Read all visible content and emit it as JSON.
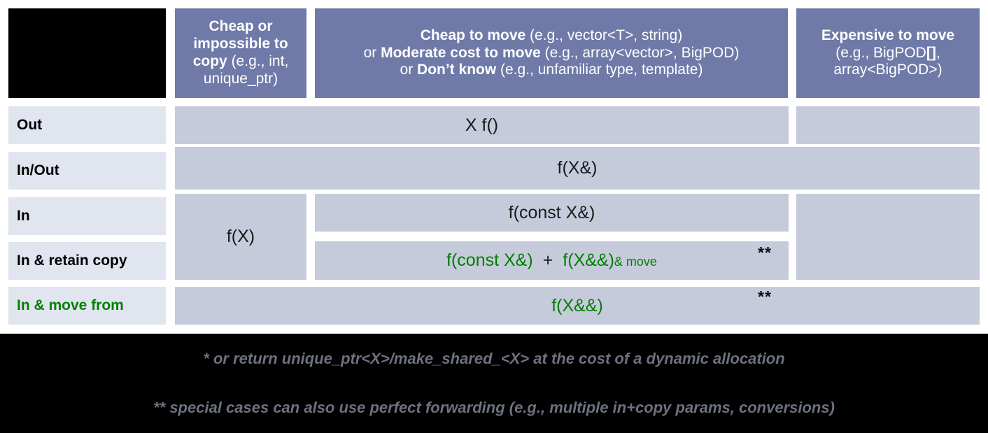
{
  "slide": {
    "background_color": "#000000",
    "table_background": "#ffffff",
    "header_color": "#6f7aa8",
    "row_label_color": "#e1e5ef",
    "cell_color": "#c6cbdb",
    "accent_green": "#008000",
    "footnote_color": "#6d7180"
  },
  "columns": [
    {
      "id": "corner",
      "label": ""
    },
    {
      "id": "cheap-copy",
      "line1_bold": "Cheap or",
      "line2_bold": "impossible to",
      "line3_bold": "copy",
      "line3_rest": " (e.g., int,",
      "line4": "unique_ptr)"
    },
    {
      "id": "cheap-move",
      "line1_bold": "Cheap to move",
      "line1_rest": " (e.g., vector<T>, string)",
      "line2_pre": "or ",
      "line2_bold": "Moderate cost to move",
      "line2_rest": " (e.g., array<vector>, BigPOD)",
      "line3_pre": "or ",
      "line3_bold": "Don’t know",
      "line3_rest": " (e.g., unfamiliar type, template)"
    },
    {
      "id": "expensive-move",
      "line1_bold": "Expensive to move",
      "line2_pre": "(e.g., BigPOD",
      "line2_bold": "[]",
      "line2_post": ",",
      "line3": "array<BigPOD>)"
    }
  ],
  "rows": [
    {
      "id": "out",
      "label": "Out",
      "label_green": false,
      "cells": {
        "cheap_copy": "",
        "cheap_move": "X f()",
        "expensive_move": ""
      },
      "marker": ""
    },
    {
      "id": "in-out",
      "label": "In/Out",
      "label_green": false,
      "cells": {
        "spanning": "f(X&)"
      },
      "marker": ""
    },
    {
      "id": "in",
      "label": "In",
      "label_green": false,
      "cells": {
        "cheap_copy": "f(X)",
        "cheap_move": "f(const X&)",
        "expensive_move": ""
      },
      "marker": ""
    },
    {
      "id": "in-retain-copy",
      "label": "In & retain copy",
      "label_green": false,
      "cells": {
        "cheap_move_part1": "f(const X&)",
        "cheap_move_plus": "+",
        "cheap_move_part2": "f(X&&)",
        "cheap_move_part3": " & move",
        "expensive_move": ""
      },
      "marker": "**"
    },
    {
      "id": "in-move-from",
      "label": "In & move from",
      "label_green": true,
      "cells": {
        "spanning": "f(X&&)"
      },
      "marker": "**"
    }
  ],
  "footnotes": [
    {
      "id": "single-star",
      "text": "* or return unique_ptr<X>/make_shared_<X> at the cost of a dynamic allocation"
    },
    {
      "id": "double-star",
      "text": "** special cases can also use perfect forwarding (e.g., multiple in+copy params, conversions)"
    }
  ]
}
